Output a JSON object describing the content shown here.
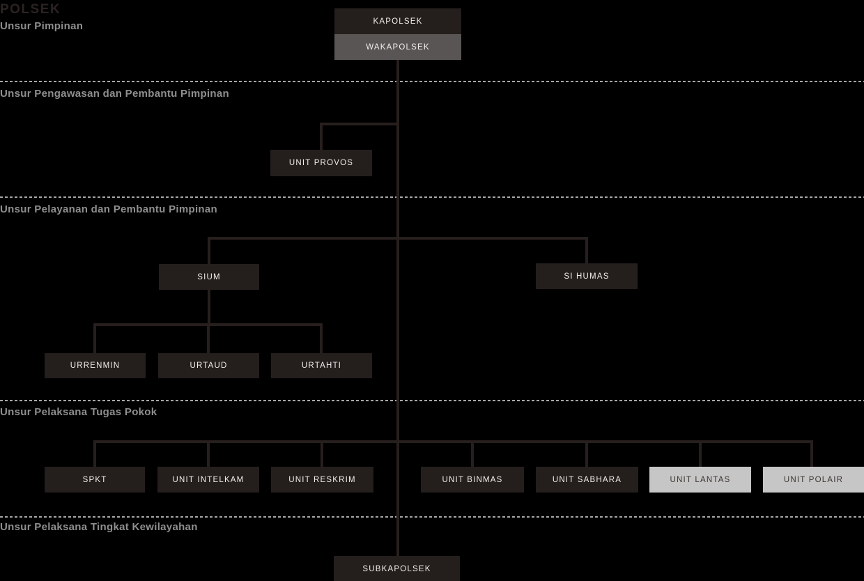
{
  "title": "POLSEK",
  "sections": [
    {
      "label": "Unsur Pimpinan"
    },
    {
      "label": "Unsur Pengawasan dan Pembantu Pimpinan"
    },
    {
      "label": "Unsur Pelayanan dan Pembantu Pimpinan"
    },
    {
      "label": "Unsur Pelaksana Tugas Pokok"
    },
    {
      "label": "Unsur Pelaksana Tingkat Kewilayahan"
    }
  ],
  "nodes": {
    "kapolsek": {
      "label": "KAPOLSEK"
    },
    "wakapolsek": {
      "label": "WAKAPOLSEK"
    },
    "unit_provos": {
      "label": "UNIT PROVOS"
    },
    "sium": {
      "label": "SIUM"
    },
    "si_humas": {
      "label": "SI HUMAS"
    },
    "urrenmin": {
      "label": "URRENMIN"
    },
    "urtaud": {
      "label": "URTAUD"
    },
    "urtahti": {
      "label": "URTAHTI"
    },
    "spkt": {
      "label": "SPKT"
    },
    "unit_intelkam": {
      "label": "UNIT INTELKAM"
    },
    "unit_reskrim": {
      "label": "UNIT RESKRIM"
    },
    "unit_binmas": {
      "label": "UNIT BINMAS"
    },
    "unit_sabhara": {
      "label": "UNIT SABHARA"
    },
    "unit_lantas": {
      "label": "UNIT LANTAS"
    },
    "unit_polair": {
      "label": "UNIT POLAIR"
    },
    "subkapolsek": {
      "label": "SUBKAPOLSEK"
    }
  },
  "colors": {
    "background": "#000000",
    "box_dark": "#241e1d",
    "box_gray": "#5a5555",
    "box_light": "#c7c6c6",
    "box_text_light": "#f1eeec",
    "box_text_dark": "#3a3430",
    "heading_gray": "#8f8f8f",
    "title_dark": "#2b2322",
    "connector_line": "#261f1d",
    "divider_dash": "#a7a7a7"
  }
}
